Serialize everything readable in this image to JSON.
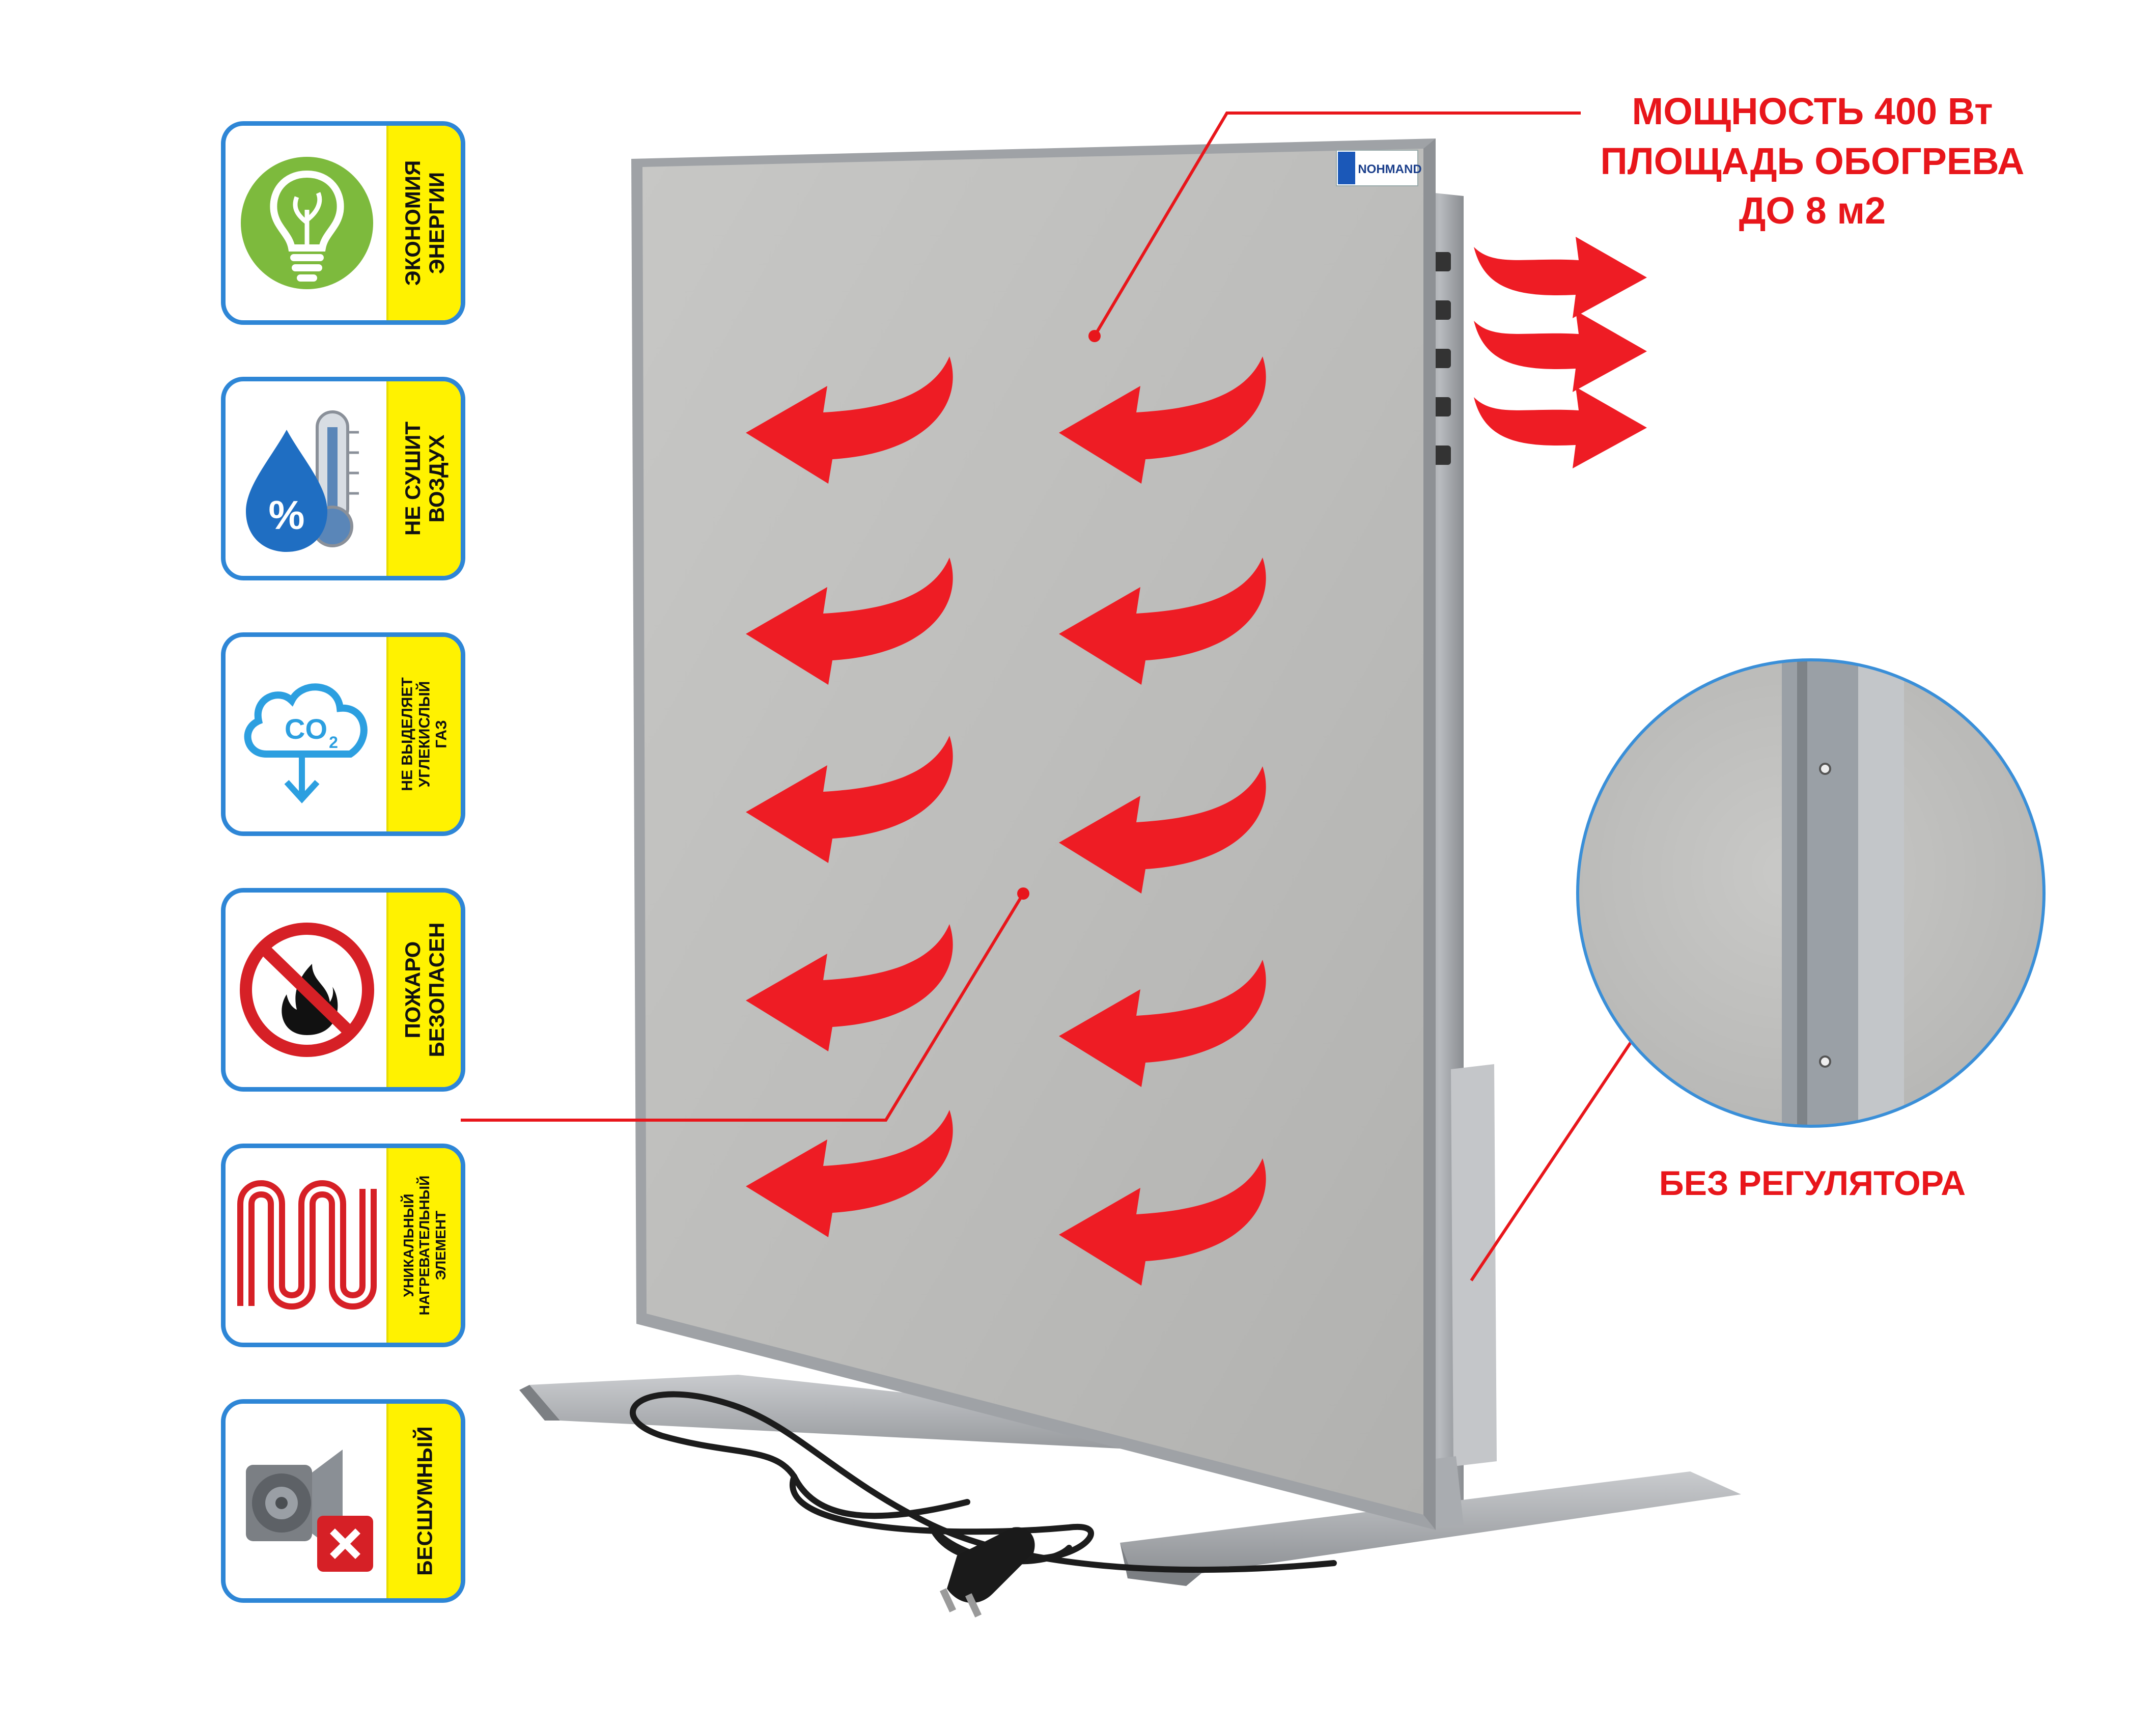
{
  "features": [
    {
      "icon": "lightbulb-leaf-icon",
      "lines": [
        "ЭКОНОМИЯ",
        "ЭНЕРГИИ"
      ]
    },
    {
      "icon": "water-drop-thermometer-icon",
      "lines": [
        "НЕ СУШИТ",
        "ВОЗДУХ"
      ]
    },
    {
      "icon": "co2-cloud-icon",
      "lines": [
        "НЕ ВЫДЕЛЯЕТ",
        "УГЛЕКИСЛЫЙ",
        "ГАЗ"
      ]
    },
    {
      "icon": "no-fire-icon",
      "lines": [
        "ПОЖАРО",
        "БЕЗОПАСЕН"
      ]
    },
    {
      "icon": "heating-coil-icon",
      "lines": [
        "УНИКАЛЬНЫЙ",
        "НАГРЕВАТЕЛЬНЫЙ",
        "ЭЛЕМЕНТ"
      ]
    },
    {
      "icon": "muted-speaker-icon",
      "lines": [
        "БЕСШУМНЫЙ"
      ]
    }
  ],
  "specs": {
    "lines": [
      "МОЩНОСТЬ 400 Вт",
      "ПЛОЩАДЬ ОБОГРЕВА",
      "ДО 8 м2"
    ]
  },
  "regulator": {
    "text": "БЕЗ РЕГУЛЯТОРА"
  },
  "brand": {
    "label": "NOHMAND"
  },
  "colors": {
    "accent_red": "#e8161b",
    "frame_blue": "#2e86d6",
    "label_yellow": "#fff200",
    "panel_gray": "#bcbcba"
  }
}
